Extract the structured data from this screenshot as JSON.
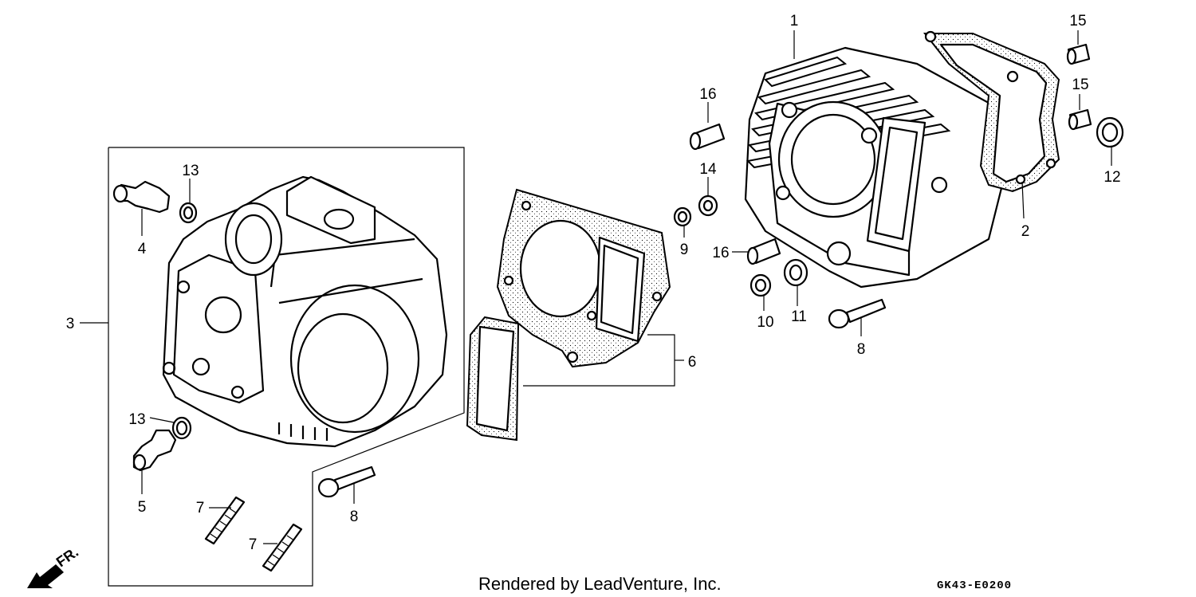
{
  "callouts": [
    {
      "id": "c1",
      "label": "1"
    },
    {
      "id": "c2",
      "label": "2"
    },
    {
      "id": "c3",
      "label": "3"
    },
    {
      "id": "c4",
      "label": "4"
    },
    {
      "id": "c5",
      "label": "5"
    },
    {
      "id": "c6",
      "label": "6"
    },
    {
      "id": "c7a",
      "label": "7"
    },
    {
      "id": "c7b",
      "label": "7"
    },
    {
      "id": "c8a",
      "label": "8"
    },
    {
      "id": "c8b",
      "label": "8"
    },
    {
      "id": "c9",
      "label": "9"
    },
    {
      "id": "c10",
      "label": "10"
    },
    {
      "id": "c11",
      "label": "11"
    },
    {
      "id": "c12",
      "label": "12"
    },
    {
      "id": "c13a",
      "label": "13"
    },
    {
      "id": "c13b",
      "label": "13"
    },
    {
      "id": "c14",
      "label": "14"
    },
    {
      "id": "c15a",
      "label": "15"
    },
    {
      "id": "c15b",
      "label": "15"
    },
    {
      "id": "c16a",
      "label": "16"
    },
    {
      "id": "c16b",
      "label": "16"
    }
  ],
  "front_indicator": "FR.",
  "footer": {
    "credit": "Rendered by LeadVenture, Inc.",
    "diagram_code": "GK43-E0200"
  }
}
